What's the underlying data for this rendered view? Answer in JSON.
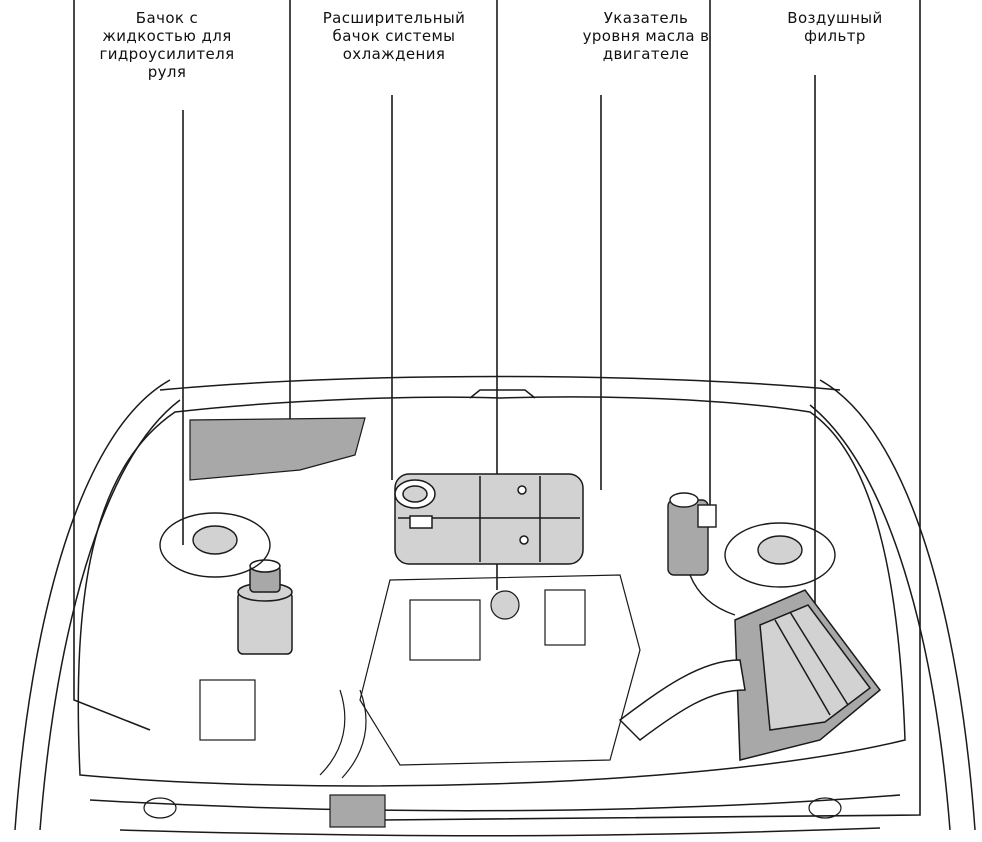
{
  "labels": {
    "power_steering_reservoir": "Бачок с\nжидкостью для\nгидроусилителя\nруля",
    "coolant_expansion_tank": "Расширительный\nбачок системы\nохлаждения",
    "oil_dipstick": "Указатель\nуровня масла в\nдвигателе",
    "air_filter": "Воздушный\nфильтр"
  },
  "colors": {
    "line": "#1a1a1a",
    "shade": "#a8a8a8",
    "light_shade": "#d2d2d2",
    "background": "#ffffff"
  }
}
